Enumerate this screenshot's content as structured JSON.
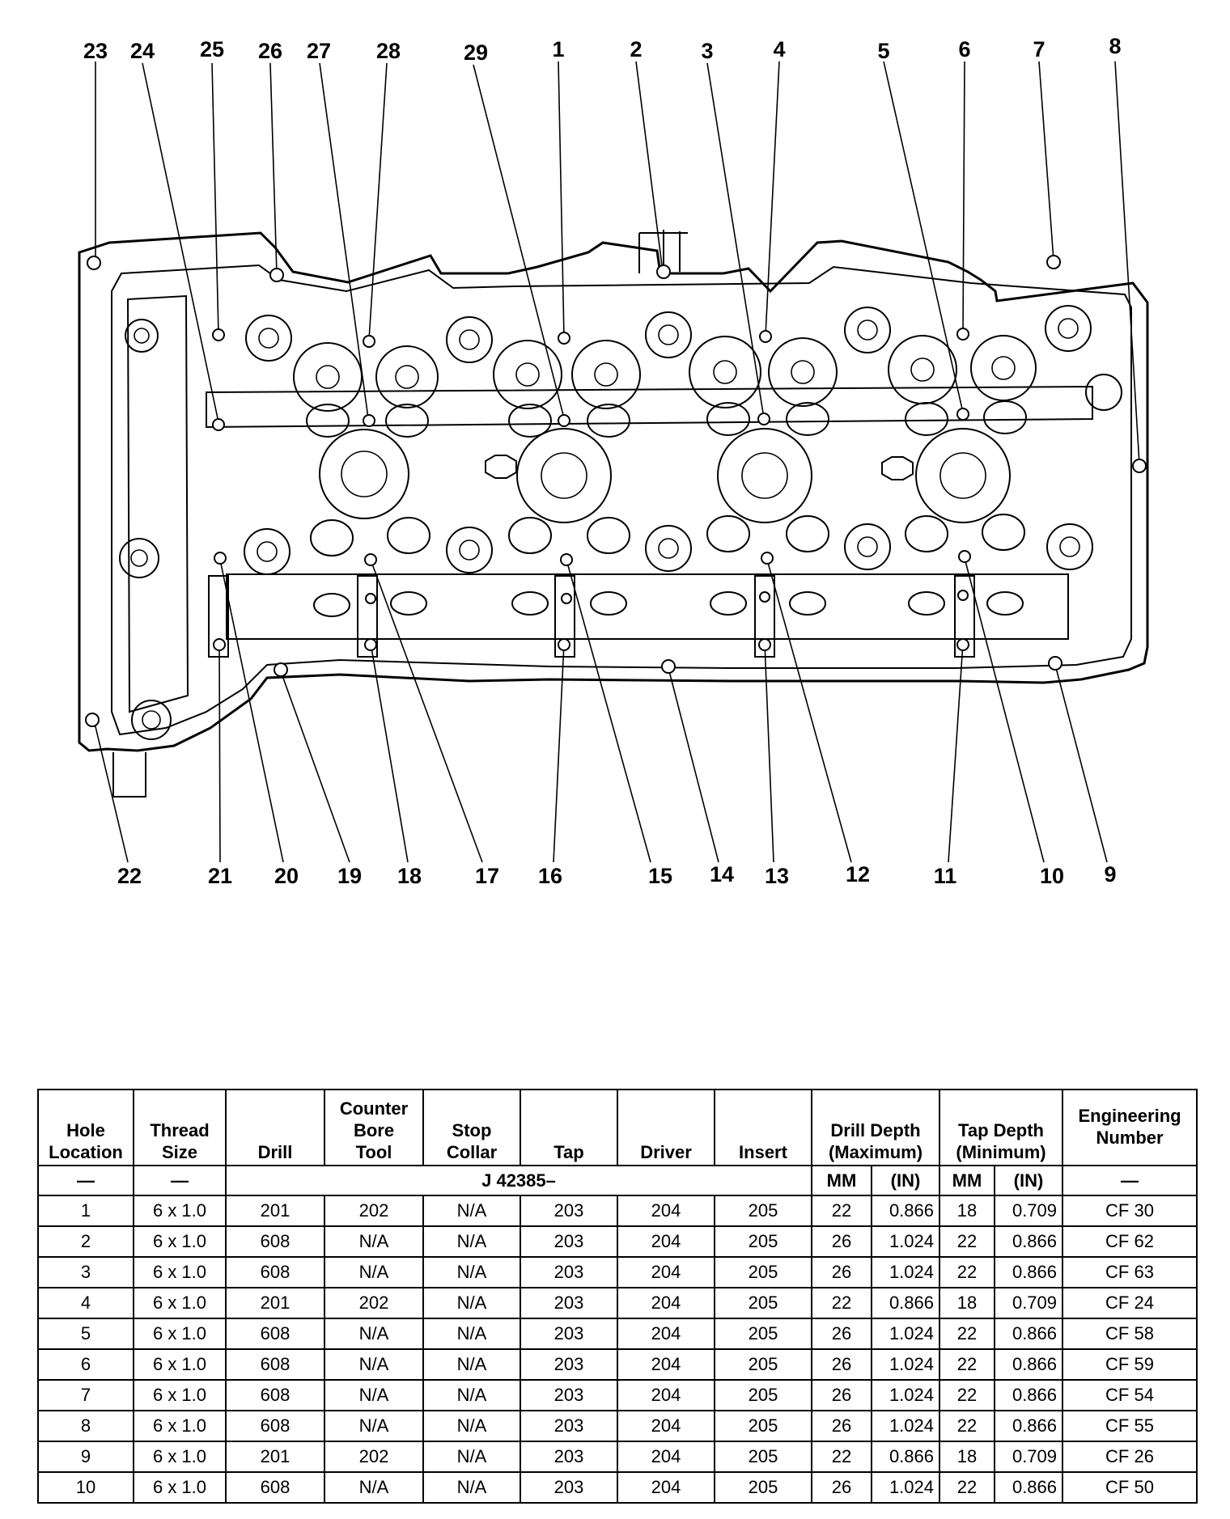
{
  "callouts_top": [
    "23",
    "24",
    "25",
    "26",
    "27",
    "28",
    "29",
    "1",
    "2",
    "3",
    "4",
    "5",
    "6",
    "7",
    "8"
  ],
  "callouts_bottom": [
    "22",
    "21",
    "20",
    "19",
    "18",
    "17",
    "16",
    "15",
    "14",
    "13",
    "12",
    "11",
    "10",
    "9"
  ],
  "table": {
    "headers": {
      "hole_location": [
        "Hole",
        "Location"
      ],
      "thread_size": [
        "Thread",
        "Size"
      ],
      "drill": [
        "Drill"
      ],
      "counter_bore_tool": [
        "Counter",
        "Bore",
        "Tool"
      ],
      "stop_collar": [
        "Stop",
        "Collar"
      ],
      "tap": [
        "Tap"
      ],
      "driver": [
        "Driver"
      ],
      "insert": [
        "Insert"
      ],
      "drill_depth": [
        "Drill Depth",
        "(Maximum)"
      ],
      "tap_depth": [
        "Tap Depth",
        "(Minimum)"
      ],
      "engineering_number": [
        "Engineering",
        "Number"
      ]
    },
    "subheader": {
      "hole_location": "—",
      "thread_size": "—",
      "tool_prefix": "J 42385–",
      "drill_mm": "MM",
      "drill_in": "(IN)",
      "tap_mm": "MM",
      "tap_in": "(IN)",
      "engineering": "—"
    },
    "rows": [
      [
        "1",
        "6 x 1.0",
        "201",
        "202",
        "N/A",
        "203",
        "204",
        "205",
        "22",
        "0.866",
        "18",
        "0.709",
        "CF 30"
      ],
      [
        "2",
        "6 x 1.0",
        "608",
        "N/A",
        "N/A",
        "203",
        "204",
        "205",
        "26",
        "1.024",
        "22",
        "0.866",
        "CF 62"
      ],
      [
        "3",
        "6 x 1.0",
        "608",
        "N/A",
        "N/A",
        "203",
        "204",
        "205",
        "26",
        "1.024",
        "22",
        "0.866",
        "CF 63"
      ],
      [
        "4",
        "6 x 1.0",
        "201",
        "202",
        "N/A",
        "203",
        "204",
        "205",
        "22",
        "0.866",
        "18",
        "0.709",
        "CF 24"
      ],
      [
        "5",
        "6 x 1.0",
        "608",
        "N/A",
        "N/A",
        "203",
        "204",
        "205",
        "26",
        "1.024",
        "22",
        "0.866",
        "CF 58"
      ],
      [
        "6",
        "6 x 1.0",
        "608",
        "N/A",
        "N/A",
        "203",
        "204",
        "205",
        "26",
        "1.024",
        "22",
        "0.866",
        "CF 59"
      ],
      [
        "7",
        "6 x 1.0",
        "608",
        "N/A",
        "N/A",
        "203",
        "204",
        "205",
        "26",
        "1.024",
        "22",
        "0.866",
        "CF 54"
      ],
      [
        "8",
        "6 x 1.0",
        "608",
        "N/A",
        "N/A",
        "203",
        "204",
        "205",
        "26",
        "1.024",
        "22",
        "0.866",
        "CF 55"
      ],
      [
        "9",
        "6 x 1.0",
        "201",
        "202",
        "N/A",
        "203",
        "204",
        "205",
        "22",
        "0.866",
        "18",
        "0.709",
        "CF 26"
      ],
      [
        "10",
        "6 x 1.0",
        "608",
        "N/A",
        "N/A",
        "203",
        "204",
        "205",
        "26",
        "1.024",
        "22",
        "0.866",
        "CF 50"
      ]
    ]
  }
}
